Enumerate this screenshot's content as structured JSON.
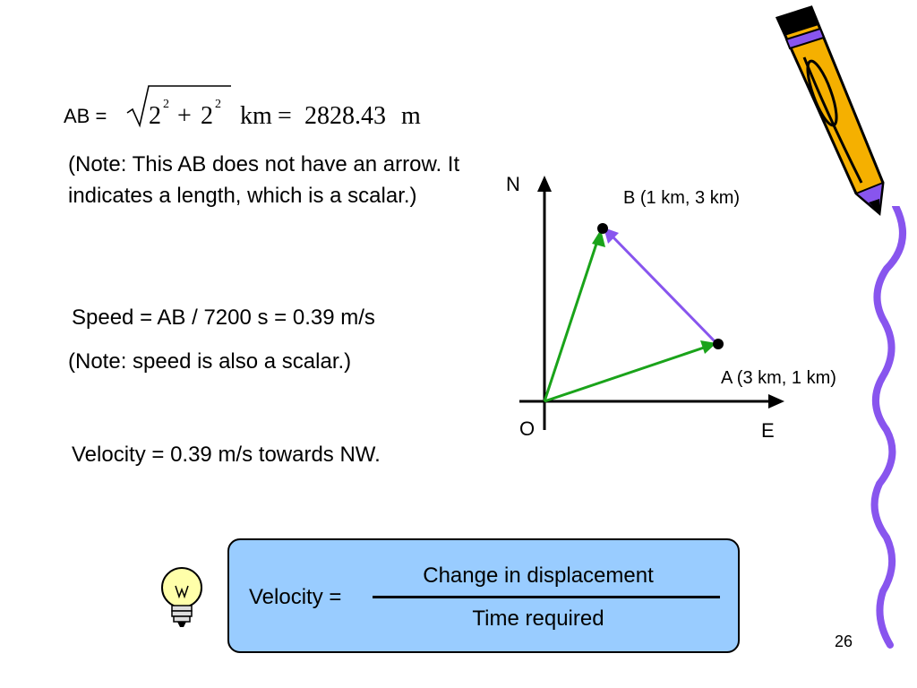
{
  "equation": {
    "prefix": "AB =",
    "radicand_base1": "2",
    "radicand_exp1": "2",
    "radicand_op": "+",
    "radicand_base2": "2",
    "radicand_exp2": "2",
    "unit": "km",
    "equals": "=",
    "result": "2828.43",
    "result_unit": "m"
  },
  "notes": {
    "length_note": "(Note: This AB does not have an arrow. It indicates a length, which is a scalar.)",
    "speed": "Speed = AB / 7200 s = 0.39 m/s",
    "speed_note": "(Note: speed is also a scalar.)",
    "velocity": "Velocity = 0.39 m/s towards NW."
  },
  "diagram": {
    "north_label": "N",
    "east_label": "E",
    "origin_label": "O",
    "point_a_label": "A (3 km, 1 km)",
    "point_b_label": "B (1 km, 3 km)",
    "colors": {
      "green": "#1aa31a",
      "purple": "#8855ee",
      "axis": "#000000"
    }
  },
  "formula": {
    "lhs": "Velocity =",
    "numerator": "Change in displacement",
    "denominator": "Time required",
    "box_color": "#99ccff"
  },
  "icons": {
    "lightbulb": "lightbulb-icon",
    "pencil": "pencil-icon",
    "squiggle": "squiggle-line"
  },
  "page_number": "26"
}
